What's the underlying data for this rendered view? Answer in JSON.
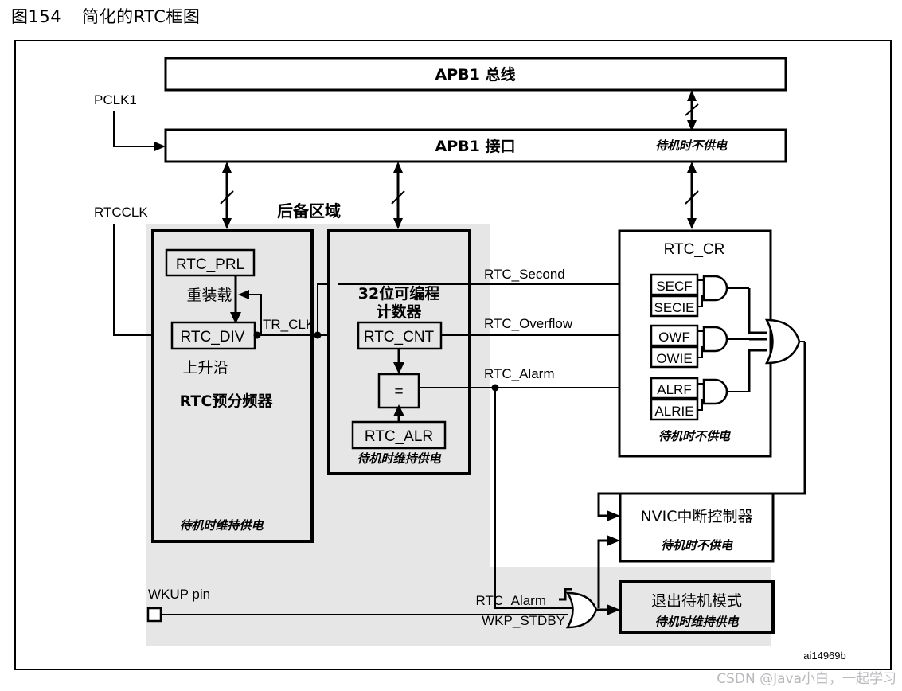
{
  "figure": {
    "number": "图154",
    "title": "简化的RTC框图",
    "id_code": "ai14969b",
    "watermark": "CSDN @Java小白，一起学习"
  },
  "colors": {
    "background": "#ffffff",
    "gray_region": "#e6e6e6",
    "line": "#000000",
    "watermark": "#b9b9bd"
  },
  "signals": {
    "pclk1": "PCLK1",
    "rtcclk": "RTCCLK",
    "tr_clk": "TR_CLK",
    "rtc_second": "RTC_Second",
    "rtc_overflow": "RTC_Overflow",
    "rtc_alarm": "RTC_Alarm",
    "rtc_alarm2": "RTC_Alarm",
    "wkp_stdby": "WKP_STDBY",
    "wkup_pin": "WKUP pin"
  },
  "regions": {
    "backup_label": "后备区域"
  },
  "blocks": {
    "apb1_bus": "APB1 总线",
    "apb1_if": "APB1 接口",
    "apb1_if_note": "待机时不供电",
    "prescaler": {
      "prl": "RTC_PRL",
      "reload": "重装载",
      "div": "RTC_DIV",
      "rising_edge": "上升沿",
      "title": "RTC预分频器",
      "note": "待机时维持供电"
    },
    "counter": {
      "title_line1": "32位可编程",
      "title_line2": "计数器",
      "cnt": "RTC_CNT",
      "compare": "=",
      "alr": "RTC_ALR",
      "note": "待机时维持供电"
    },
    "rtc_cr": {
      "title": "RTC_CR",
      "flags": [
        "SECF",
        "SECIE",
        "OWF",
        "OWIE",
        "ALRF",
        "ALRIE"
      ],
      "note": "待机时不供电"
    },
    "nvic": {
      "title": "NVIC中断控制器",
      "note": "待机时不供电"
    },
    "exit_standby": {
      "title": "退出待机模式",
      "note": "待机时维持供电"
    }
  }
}
